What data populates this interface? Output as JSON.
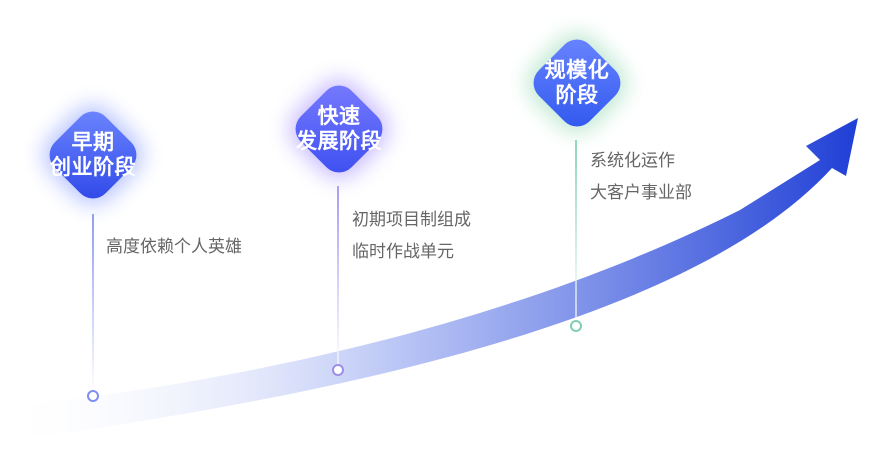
{
  "stages": [
    {
      "title_lines": [
        "早期",
        "创业阶段"
      ],
      "desc_lines": [
        "高度依赖个人英雄"
      ],
      "color_top": "#6f88ff",
      "color_bottom": "#2d46e8",
      "glow": "#b8c4ff",
      "stem_color": "#8f9cf2",
      "ring_color": "#7f8ef0"
    },
    {
      "title_lines": [
        "快速",
        "发展阶段"
      ],
      "desc_lines": [
        "初期项目制组成",
        "临时作战单元"
      ],
      "color_top": "#7a7cff",
      "color_bottom": "#3b4ef0",
      "glow": "#c9bcff",
      "stem_color": "#a99bf0",
      "ring_color": "#9d8fe8"
    },
    {
      "title_lines": [
        "规模化",
        "阶段"
      ],
      "desc_lines": [
        "系统化运作",
        "大客户事业部"
      ],
      "color_top": "#6b86ff",
      "color_bottom": "#2f57ee",
      "glow": "#bfe8d2",
      "stem_color": "#8fd6b8",
      "ring_color": "#7fcfb0"
    }
  ],
  "curve": {
    "color_start": "#ffffff",
    "color_mid": "#b7c3f5",
    "color_end": "#1f3fd6"
  }
}
